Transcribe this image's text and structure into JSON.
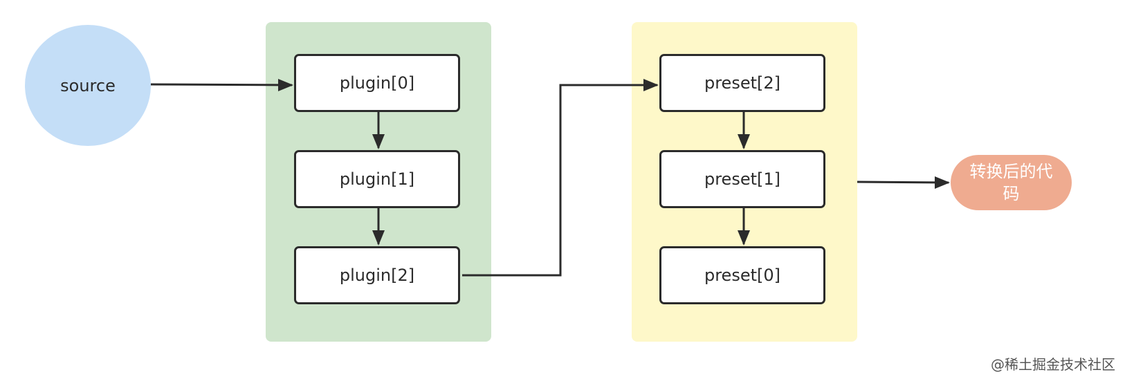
{
  "colors": {
    "source_fill": "#c4def7",
    "plugin_group_fill": "#cfe5cc",
    "preset_group_fill": "#fef8c9",
    "output_fill": "#efab90",
    "stroke": "#2b2b2b"
  },
  "source": {
    "label": "source"
  },
  "plugins": {
    "items": [
      {
        "label": "plugin[0]"
      },
      {
        "label": "plugin[1]"
      },
      {
        "label": "plugin[2]"
      }
    ]
  },
  "presets": {
    "items": [
      {
        "label": "preset[2]"
      },
      {
        "label": "preset[1]"
      },
      {
        "label": "preset[0]"
      }
    ]
  },
  "output": {
    "label": "转换后的代码"
  },
  "watermark": "@稀土掘金技术社区"
}
